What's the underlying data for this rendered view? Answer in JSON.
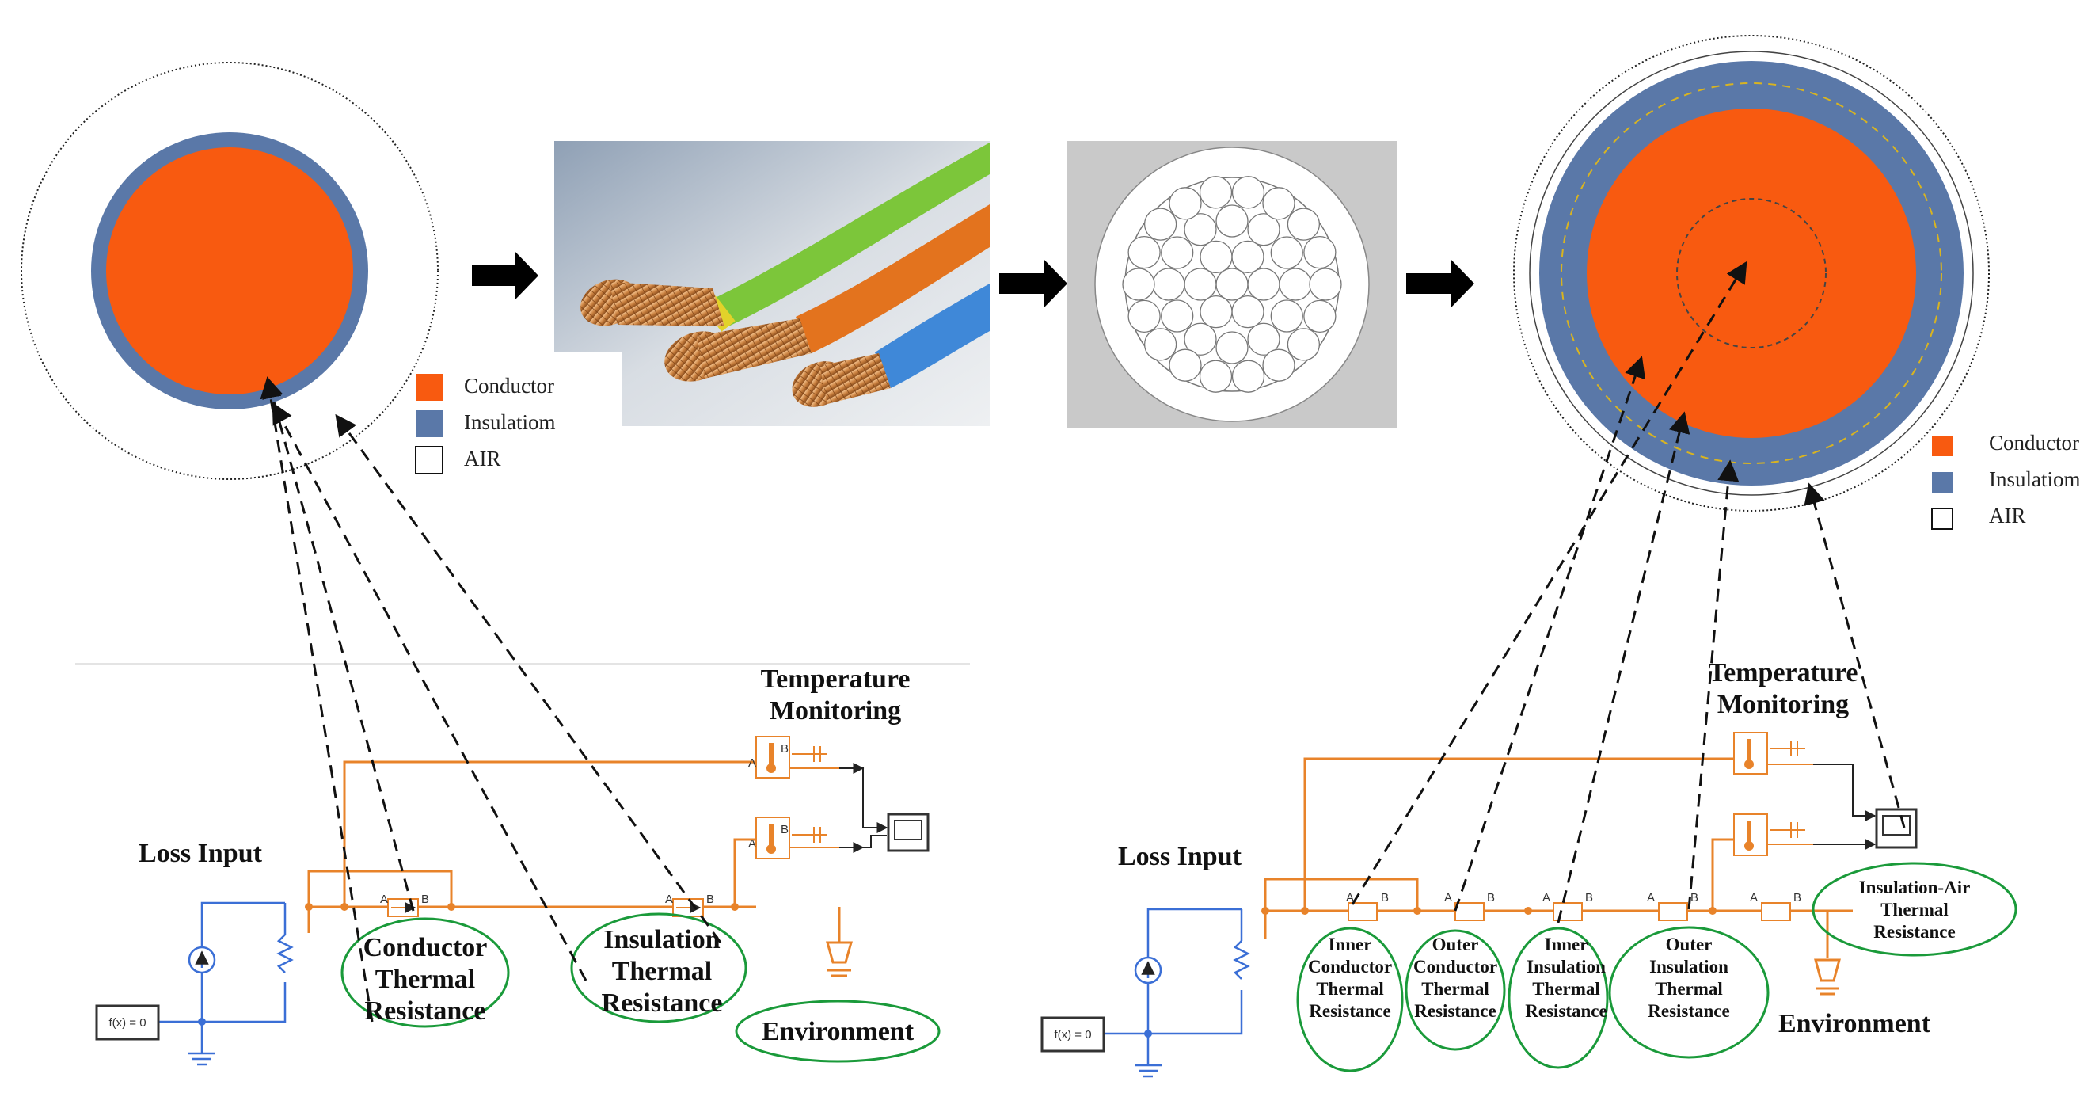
{
  "colors": {
    "conductor": "#f85a10",
    "insulation": "#5a78a8",
    "air": "#ffffff",
    "physical_wire": "#e8832a",
    "signal_line": "#222222",
    "callout_ellipse": "#1a9a3a",
    "source_wire": "#3b6fd6"
  },
  "legend_left": {
    "conductor": "Conductor",
    "insulation": "Insulatiom",
    "air": "AIR"
  },
  "legend_right": {
    "conductor": "Conductor",
    "insulation": "Insulatiom",
    "air": "AIR"
  },
  "left_circuit": {
    "temperature_monitoring": [
      "Temperature",
      "Monitoring"
    ],
    "loss_input": "Loss Input",
    "function_block": "f(x) = 0",
    "conductor_resistance": [
      "Conductor",
      "Thermal",
      "Resistance"
    ],
    "insulation_resistance": [
      "Insulation",
      "Thermal",
      "Resistance"
    ],
    "environment": "Environment"
  },
  "right_circuit": {
    "temperature_monitoring": [
      "Temperature",
      "Monitoring"
    ],
    "loss_input": "Loss Input",
    "function_block": "f(x) = 0",
    "inner_conductor": [
      "Inner",
      "Conductor",
      "Thermal",
      "Resistance"
    ],
    "outer_conductor": [
      "Outer",
      "Conductor",
      "Thermal",
      "Resistance"
    ],
    "inner_insulation": [
      "Inner",
      "Insulation",
      "Thermal",
      "Resistance"
    ],
    "outer_insulation": [
      "Outer",
      "Insulation",
      "Thermal",
      "Resistance"
    ],
    "insulation_air": [
      "Insulation-Air",
      "Thermal",
      "Resistance"
    ],
    "environment": "Environment"
  },
  "icons": {
    "arrows": [
      "right-arrow-icon",
      "right-arrow-icon",
      "right-arrow-icon"
    ],
    "sensor": "thermometer-sensor-icon",
    "scope": "scope-icon",
    "reference": "thermal-reference-icon",
    "heat_source": "heat-flow-source-icon"
  }
}
